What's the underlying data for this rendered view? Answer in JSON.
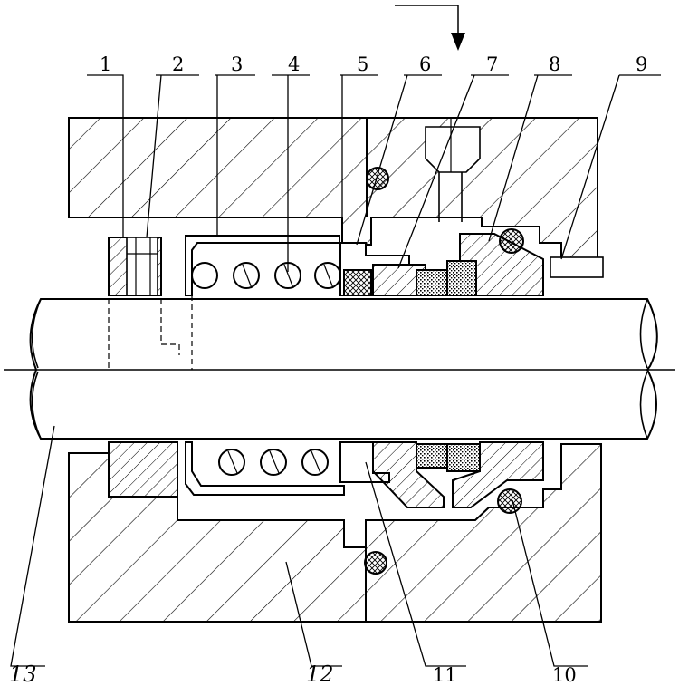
{
  "callouts": {
    "c1": "1",
    "c2": "2",
    "c3": "3",
    "c4": "4",
    "c5": "5",
    "c6": "6",
    "c7": "7",
    "c8": "8",
    "c9": "9",
    "c10": "10",
    "c11": "11",
    "c12": "12",
    "c13": "13"
  },
  "colors": {
    "line": "#000000",
    "fill": "#ffffff",
    "stipple": "#000000"
  }
}
